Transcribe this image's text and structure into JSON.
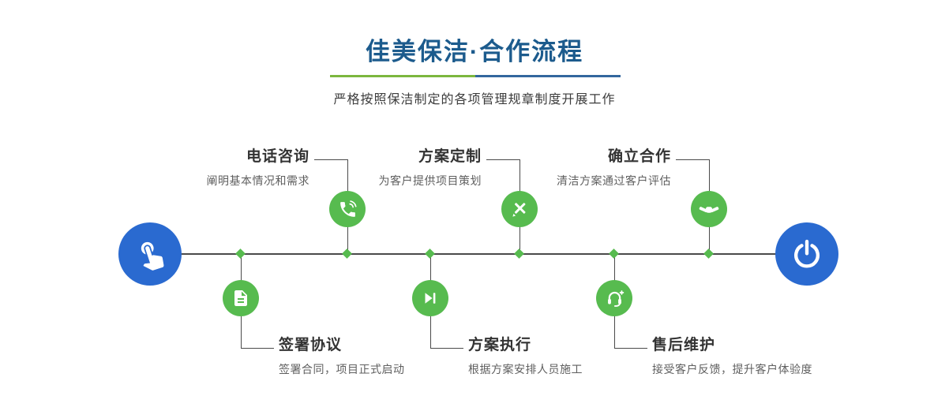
{
  "header": {
    "title": "佳美保洁·合作流程",
    "subtitle": "严格按照保洁制定的各项管理规章制度开展工作"
  },
  "colors": {
    "title_blue": "#1c5b8d",
    "accent_green": "#57bb4f",
    "endpoint_blue": "#2a6ad0",
    "line_gray": "#4a4a4a",
    "divider_green": "#7cb73e",
    "divider_blue": "#33679e",
    "step_title_gray": "#333333",
    "step_desc_gray": "#5f5f5f"
  },
  "timeline": {
    "start": {
      "icon": "pointing-hand-icon"
    },
    "end": {
      "icon": "power-icon"
    },
    "steps_top": [
      {
        "title": "电话咨询",
        "desc": "阐明基本情况和需求",
        "icon": "phone-icon"
      },
      {
        "title": "方案定制",
        "desc": "为客户提供项目策划",
        "icon": "pencil-ruler-icon"
      },
      {
        "title": "确立合作",
        "desc": "清洁方案通过客户评估",
        "icon": "handshake-icon"
      }
    ],
    "steps_bottom": [
      {
        "title": "签署协议",
        "desc": "签署合同，项目正式启动",
        "icon": "document-icon"
      },
      {
        "title": "方案执行",
        "desc": "根据方案安排人员施工",
        "icon": "play-icon"
      },
      {
        "title": "售后维护",
        "desc": "接受客户反馈，提升客户体验度",
        "icon": "headset-icon"
      }
    ]
  }
}
